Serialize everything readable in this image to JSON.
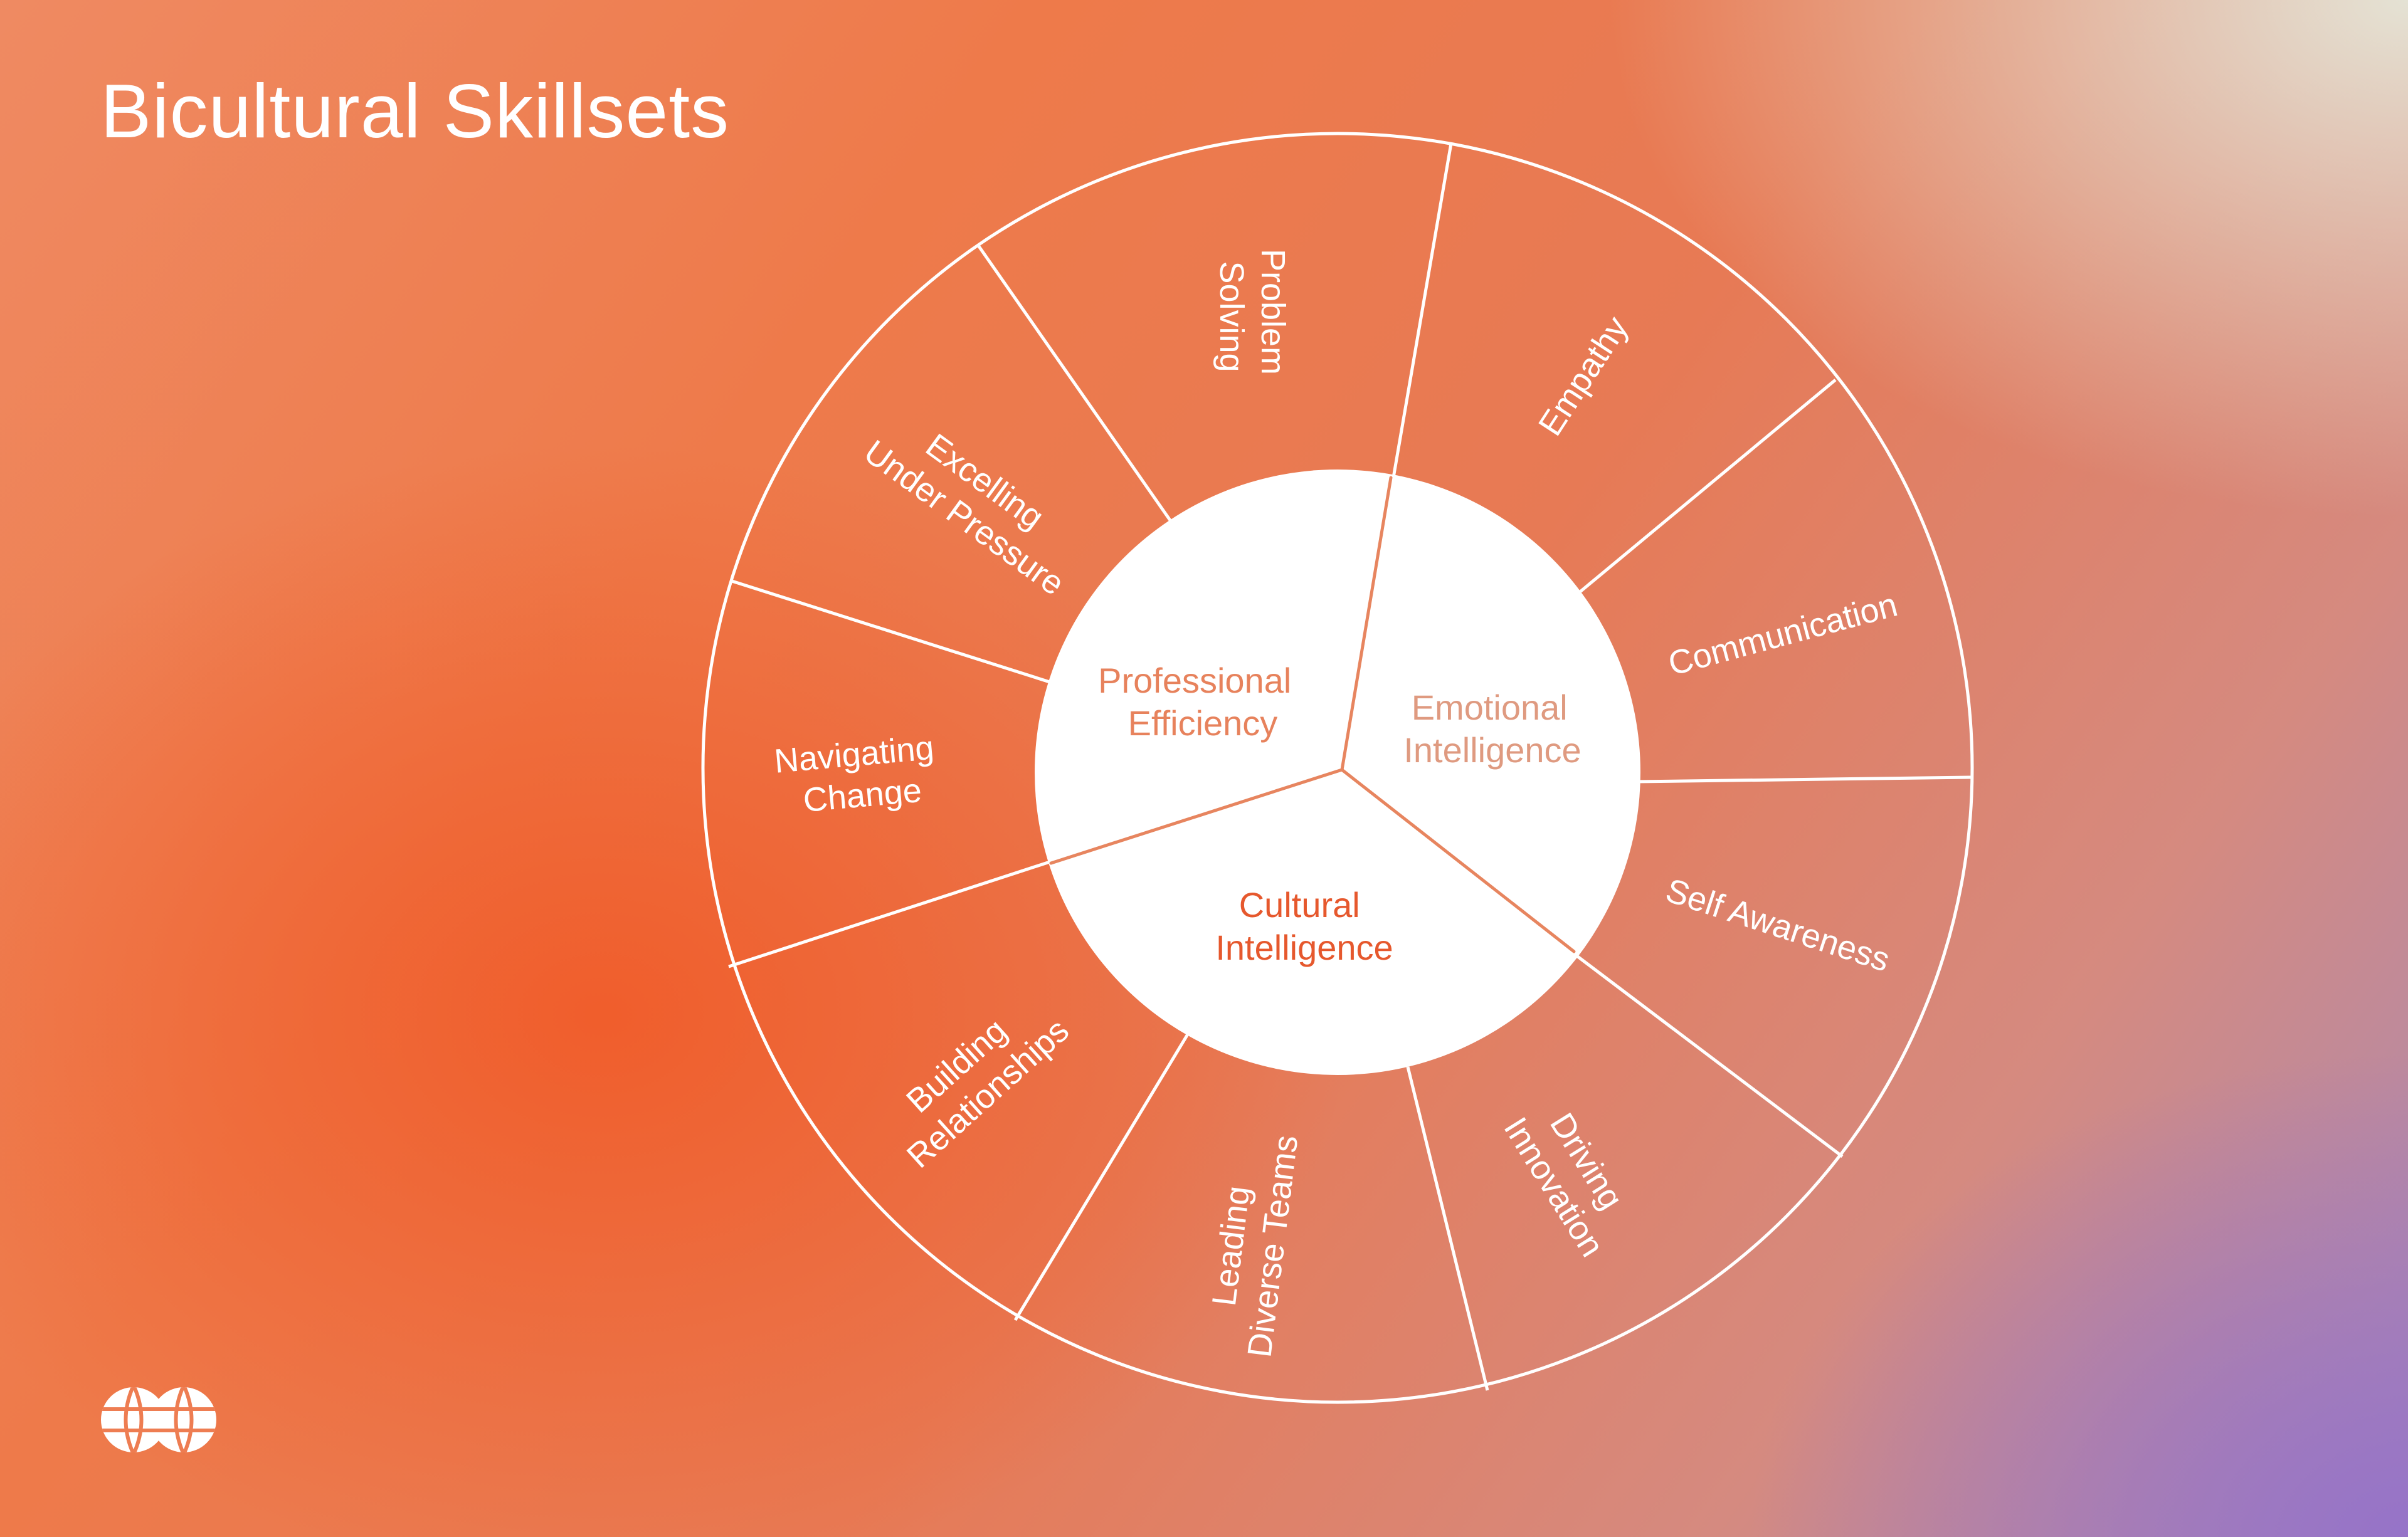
{
  "title": "Bicultural Skillsets",
  "colors": {
    "line": "#ffffff",
    "core_fill": "#ffffff",
    "core_divider": "#e7855f",
    "core_text_professional": "#e7825c",
    "core_text_emotional": "#df9a80",
    "core_text_cultural": "#e6582d"
  },
  "core": [
    {
      "id": "professional",
      "lines": [
        "Professional",
        "Efficiency"
      ]
    },
    {
      "id": "emotional",
      "lines": [
        "Emotional",
        "Intelligence"
      ]
    },
    {
      "id": "cultural",
      "lines": [
        "Cultural",
        "Intelligence"
      ]
    }
  ],
  "segments": [
    {
      "id": "problem-solving",
      "lines": [
        "Problem",
        "Solving"
      ]
    },
    {
      "id": "empathy",
      "lines": [
        "Empathy"
      ]
    },
    {
      "id": "communication",
      "lines": [
        "Communication"
      ]
    },
    {
      "id": "self-awareness",
      "lines": [
        "Self Awareness"
      ]
    },
    {
      "id": "driving-innovation",
      "lines": [
        "Driving",
        "Innovation"
      ]
    },
    {
      "id": "leading-diverse-teams",
      "lines": [
        "Leading",
        "Diverse Teams"
      ]
    },
    {
      "id": "building-relationships",
      "lines": [
        "Building",
        "Relationships"
      ]
    },
    {
      "id": "navigating-change",
      "lines": [
        "Navigating",
        "Change"
      ]
    },
    {
      "id": "excelling-under-pressure",
      "lines": [
        "Excelling",
        "Under Pressure"
      ]
    }
  ],
  "logo_icon": "globe-grid-icon"
}
